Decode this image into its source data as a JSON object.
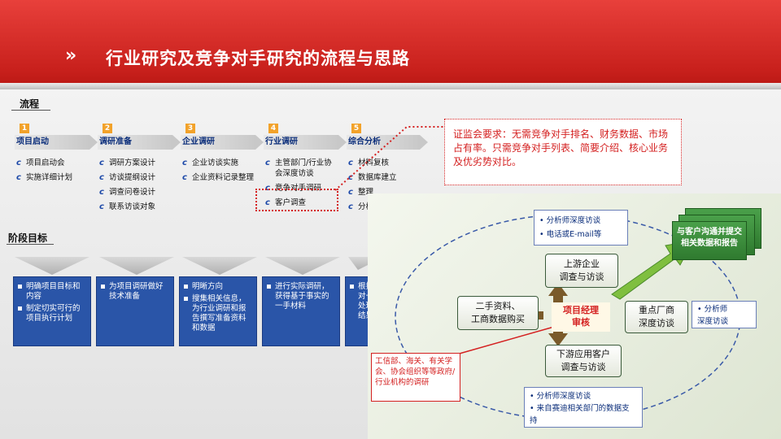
{
  "header": {
    "title": "行业研究及竞争对手研究的流程与思路",
    "chevron": "»"
  },
  "sections": {
    "process": "流程",
    "goals": "阶段目标"
  },
  "stages": [
    {
      "num": "1",
      "title": "项目启动",
      "items": [
        "项目启动会",
        "实施详细计划"
      ]
    },
    {
      "num": "2",
      "title": "调研准备",
      "items": [
        "调研方案设计",
        "访谈提纲设计",
        "调查问卷设计",
        "联系访谈对象"
      ]
    },
    {
      "num": "3",
      "title": "企业调研",
      "items": [
        "企业访谈实施",
        "企业资料记录整理"
      ]
    },
    {
      "num": "4",
      "title": "行业调研",
      "items": [
        "主管部门/行业协会深度访谈",
        "竞争对手调研",
        "客户调查"
      ]
    },
    {
      "num": "5",
      "title": "综合分析",
      "items": [
        "材料复核",
        "数据库建立",
        "整理",
        "分析"
      ]
    }
  ],
  "goals": [
    [
      "明确项目目标和内容",
      "制定切实可行的项目执行计划"
    ],
    [
      "为项目调研做好技术准备"
    ],
    [
      "明晰方向",
      "搜集相关信息，为行业调研和报告撰写准备资料和数据"
    ],
    [
      "进行实际调研，获得基于事实的一手材料"
    ],
    [
      "根据调研目的，对一手材料进行处理，分析调研结果"
    ]
  ],
  "note": "证监会要求：无需竞争对手排名、财务数据、市场占有率。只需竞争对手列表、简要介绍、核心业务及优劣势对比。",
  "diagram": {
    "top_box": [
      "• 分析师深度访谈",
      "• 电话或E-mail等"
    ],
    "upstream": "上游企业\n调查与访谈",
    "secondhand": "二手资料、\n工商数据购买",
    "center": "项目经理\n审核",
    "key_vendor": "重点厂商\n深度访谈",
    "downstream": "下游应用客户\n调查与访谈",
    "right_box": [
      "• 分析师",
      "深度访谈"
    ],
    "bottom_box": [
      "• 分析师深度访谈",
      "• 来自赛迪相关部门的数据支持"
    ],
    "gov_box": "工信部、海关、有关学会、协会组织等等政府/行业机构的调研",
    "report": "与客户沟通并提交相关数据和报告"
  },
  "colors": {
    "header_red": "#c8201c",
    "stage_orange": "#f2a22a",
    "goal_blue": "#2a55a8",
    "note_red": "#d42020"
  }
}
